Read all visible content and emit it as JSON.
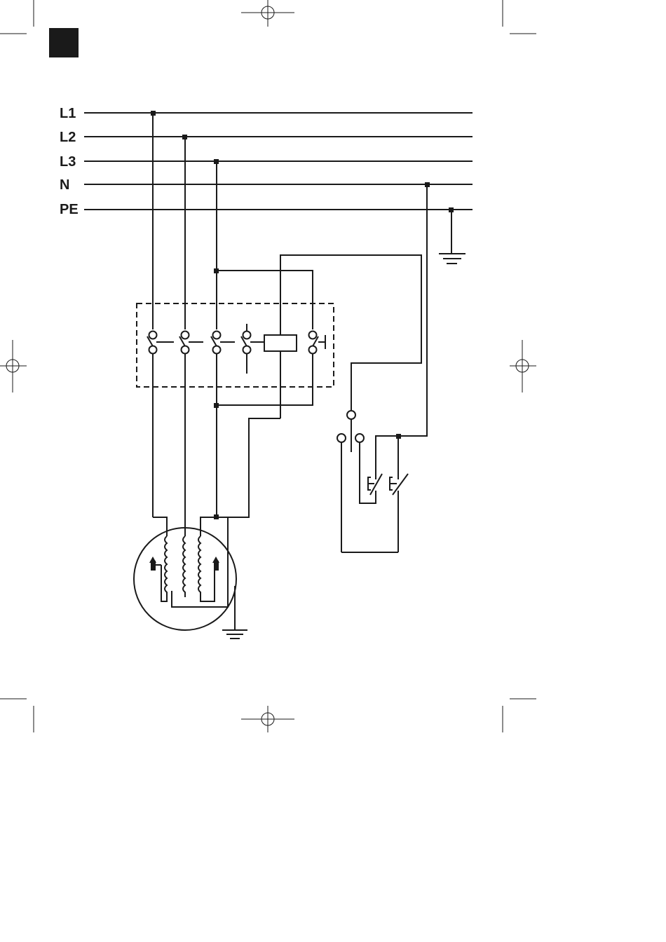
{
  "bus_labels": {
    "l1": "L1",
    "l2": "L2",
    "l3": "L3",
    "n": "N",
    "pe": "PE"
  },
  "colors": {
    "ink": "#1a1a1a",
    "background": "#ffffff"
  }
}
